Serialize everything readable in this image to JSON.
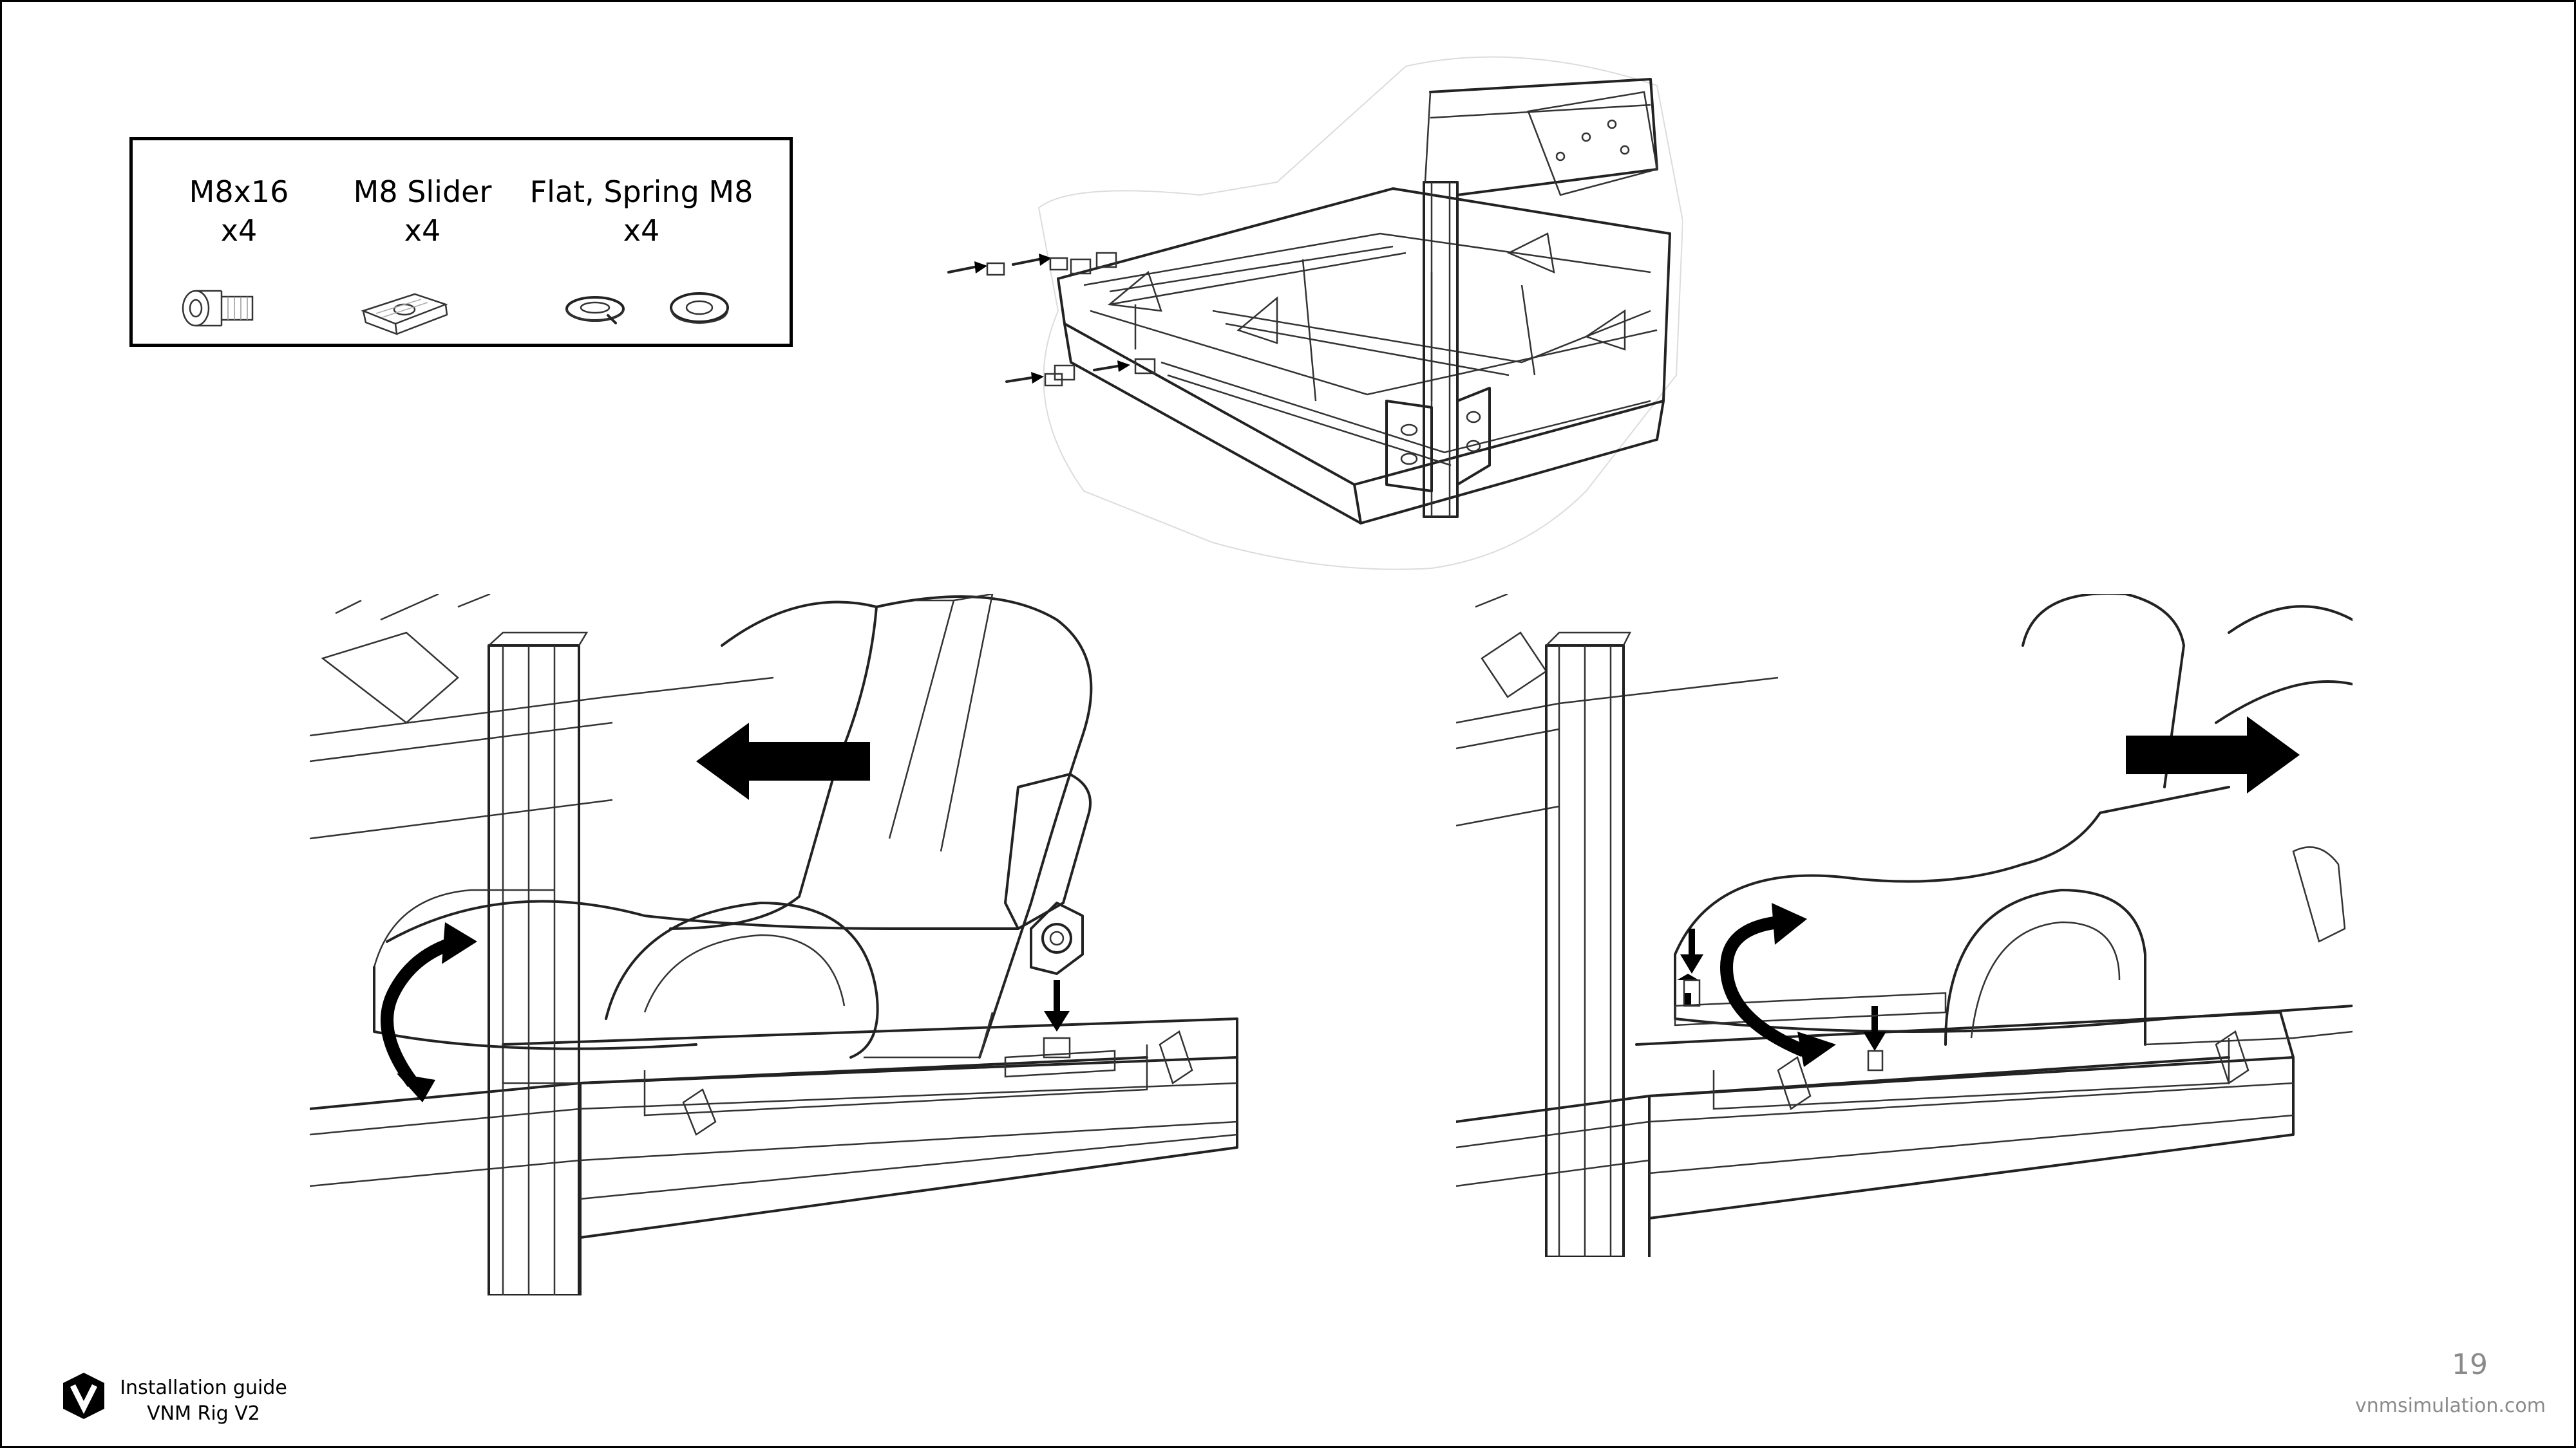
{
  "parts": [
    {
      "name": "M8x16",
      "qty": "x4",
      "icon": "socket-head-bolt-icon"
    },
    {
      "name": "M8 Slider",
      "qty": "x4",
      "icon": "slider-nut-icon"
    },
    {
      "name": "Flat, Spring M8",
      "qty": "x4",
      "icon": "washer-icon"
    }
  ],
  "footer": {
    "guide_title": "Installation guide",
    "product": "VNM Rig V2",
    "page_number": "19",
    "website": "vnmsimulation.com",
    "logo_icon": "vnm-logo-icon"
  }
}
